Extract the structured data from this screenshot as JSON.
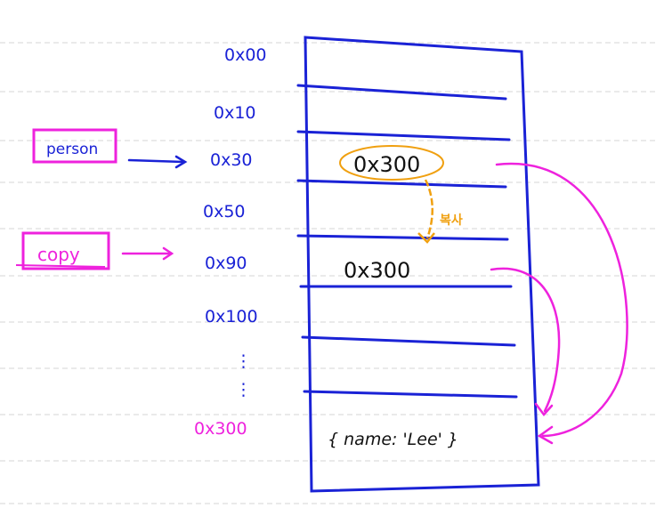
{
  "colors": {
    "memory": "#1a22d6",
    "reference": "#ee22dd",
    "copy_mark": "#f0a010",
    "ruled_line": "#d0d0d0",
    "ink": "#111111"
  },
  "addresses": [
    "0x00",
    "0x10",
    "0x30",
    "0x50",
    "0x90",
    "0x100",
    "⋮",
    "0x300"
  ],
  "variables": {
    "person": "person",
    "copy": "copy"
  },
  "cells": {
    "person_value": "0x300",
    "copy_value": "0x300",
    "object_value": "{ name: 'Lee' }"
  },
  "copy_note": "복사"
}
